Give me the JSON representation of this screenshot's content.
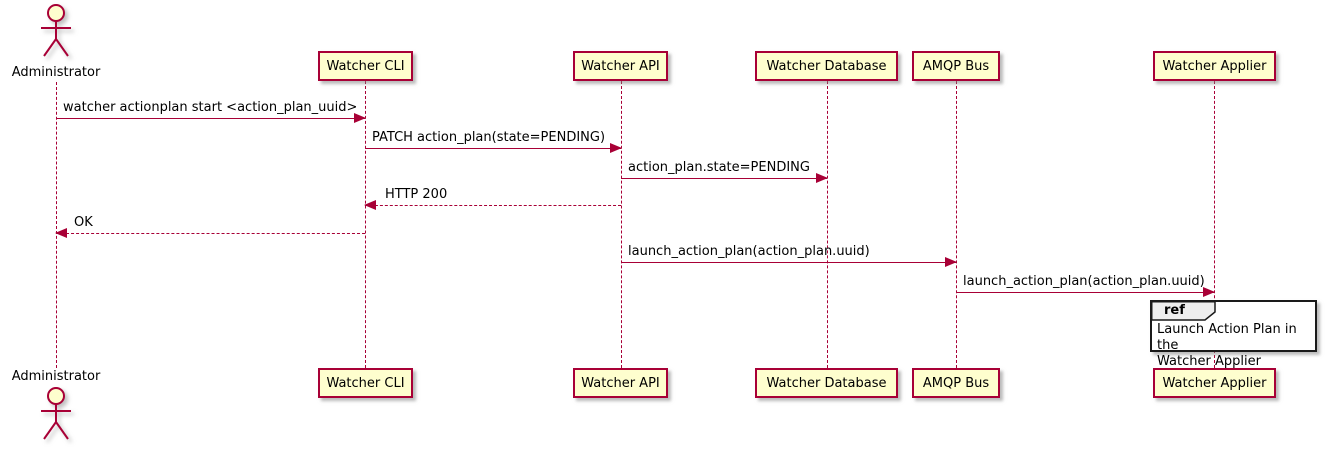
{
  "actor": {
    "label": "Administrator"
  },
  "participants": [
    {
      "label": "Watcher CLI"
    },
    {
      "label": "Watcher API"
    },
    {
      "label": "Watcher Database"
    },
    {
      "label": "AMQP Bus"
    },
    {
      "label": "Watcher Applier"
    }
  ],
  "messages": [
    {
      "text": "watcher actionplan start <action_plan_uuid>",
      "from": "Administrator",
      "to": "Watcher CLI",
      "style": "solid"
    },
    {
      "text": "PATCH action_plan(state=PENDING)",
      "from": "Watcher CLI",
      "to": "Watcher API",
      "style": "solid"
    },
    {
      "text": "action_plan.state=PENDING",
      "from": "Watcher API",
      "to": "Watcher Database",
      "style": "solid"
    },
    {
      "text": "HTTP 200",
      "from": "Watcher API",
      "to": "Watcher CLI",
      "style": "dashed"
    },
    {
      "text": "OK",
      "from": "Watcher CLI",
      "to": "Administrator",
      "style": "dashed"
    },
    {
      "text": "launch_action_plan(action_plan.uuid)",
      "from": "Watcher API",
      "to": "AMQP Bus",
      "style": "solid"
    },
    {
      "text": "launch_action_plan(action_plan.uuid)",
      "from": "AMQP Bus",
      "to": "Watcher Applier",
      "style": "solid"
    }
  ],
  "ref": {
    "keyword": "ref",
    "text": "Launch Action Plan in the\nWatcher Applier"
  },
  "colors": {
    "accent": "#A80036",
    "participant_fill": "#FEFECE",
    "ref_header_fill": "#EEEEEE",
    "text": "#000000"
  }
}
